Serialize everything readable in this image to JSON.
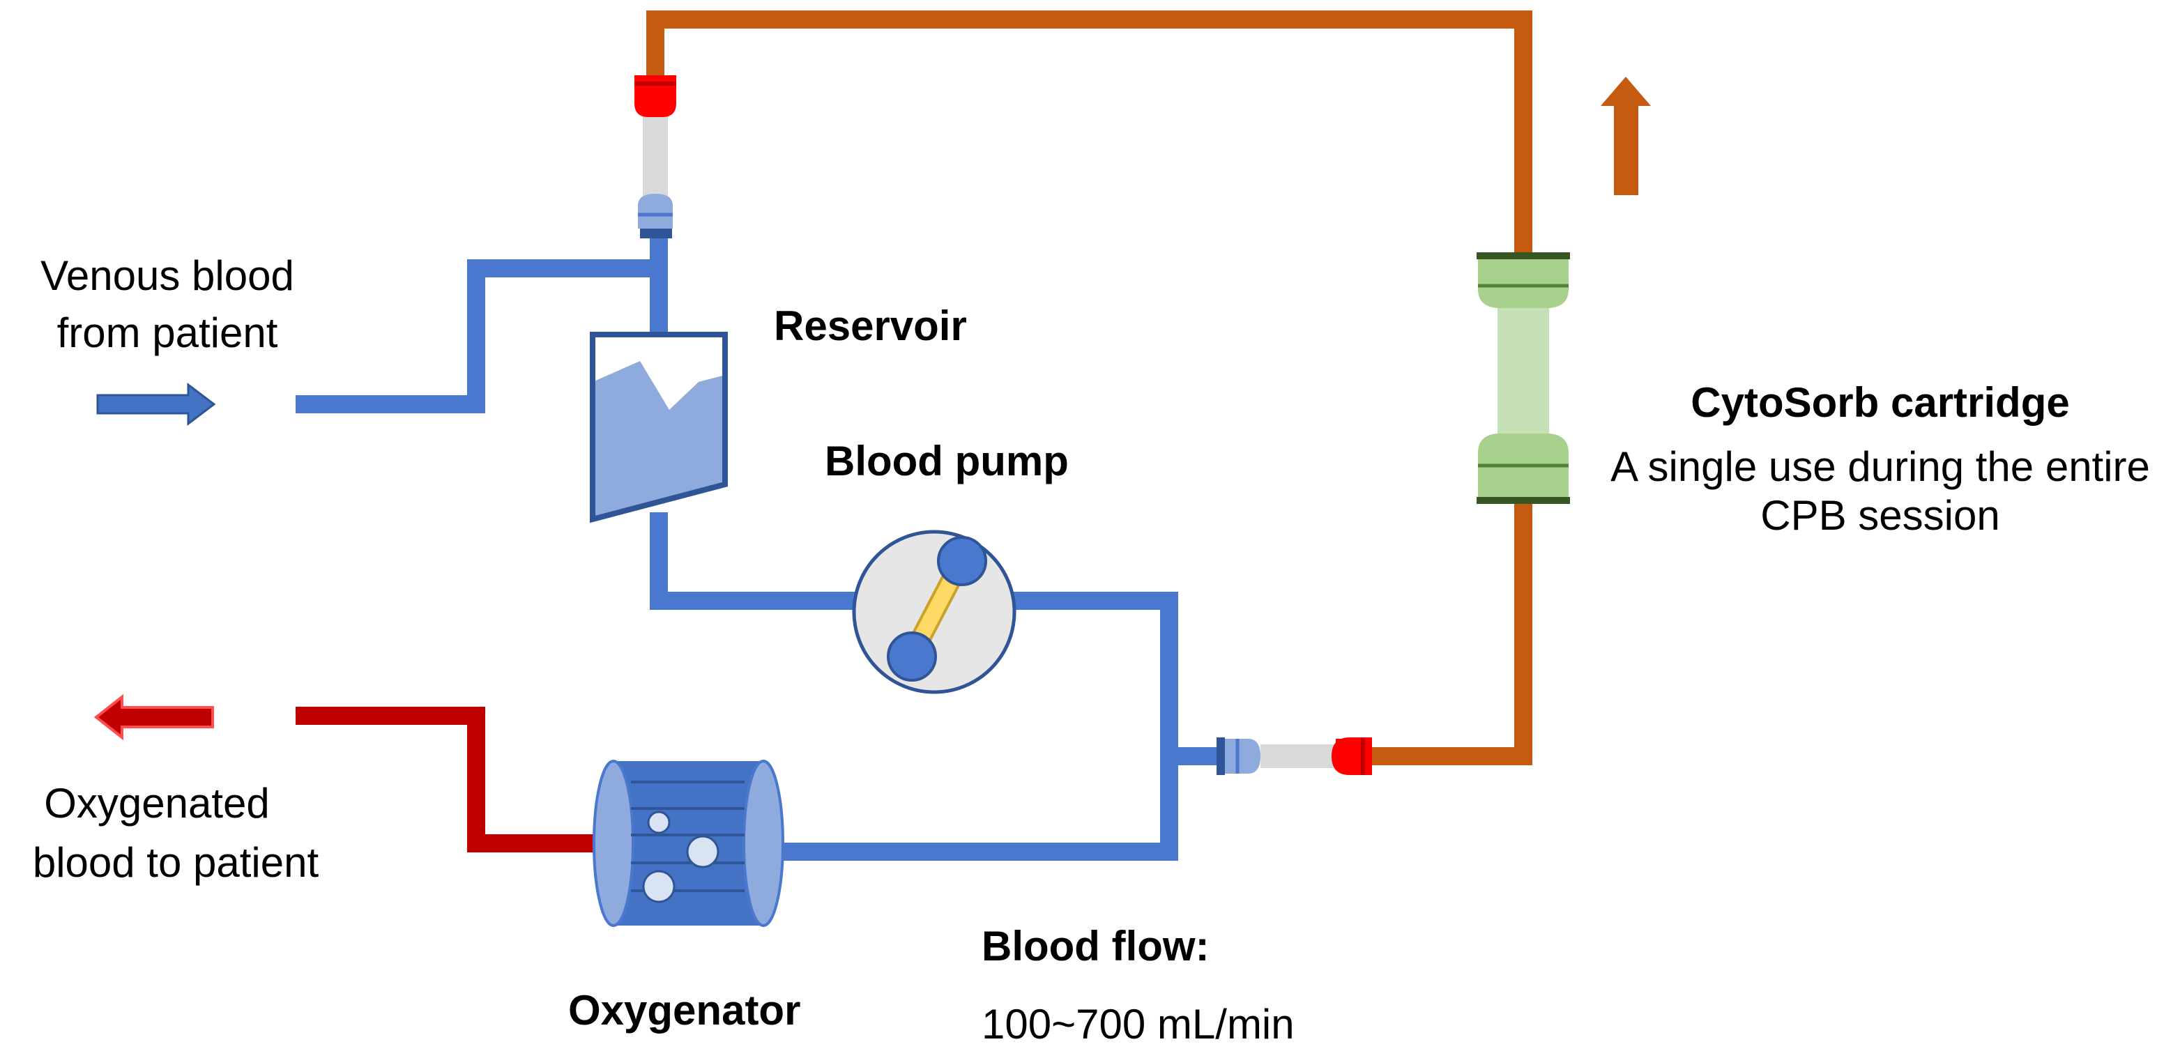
{
  "labels": {
    "venous_line1": "Venous blood",
    "venous_line2": "from patient",
    "oxygenated_line1": "Oxygenated",
    "oxygenated_line2": "blood to patient",
    "reservoir": "Reservoir",
    "blood_pump": "Blood pump",
    "oxygenator": "Oxygenator",
    "cartridge_title": "CytoSorb cartridge",
    "cartridge_line1": "A single use during the entire",
    "cartridge_line2": "CPB session",
    "flow_title": "Blood flow:",
    "flow_value": "100~700 mL/min"
  },
  "colors": {
    "venous_blue": "#4a78cf",
    "arterial_red": "#c00000",
    "cartridge_circuit": "#c55a11",
    "cartridge_green": "#a9d18e",
    "cartridge_dark_green": "#375623",
    "connector_red": "#ff0000",
    "connector_grey": "#d9d9d9",
    "pump_yellow": "#ffd966",
    "reservoir_fill": "#8faadc"
  },
  "icons": {
    "inflow_arrow": "right-arrow-icon",
    "outflow_arrow": "left-arrow-icon",
    "direction_arrow": "up-arrow-icon"
  }
}
